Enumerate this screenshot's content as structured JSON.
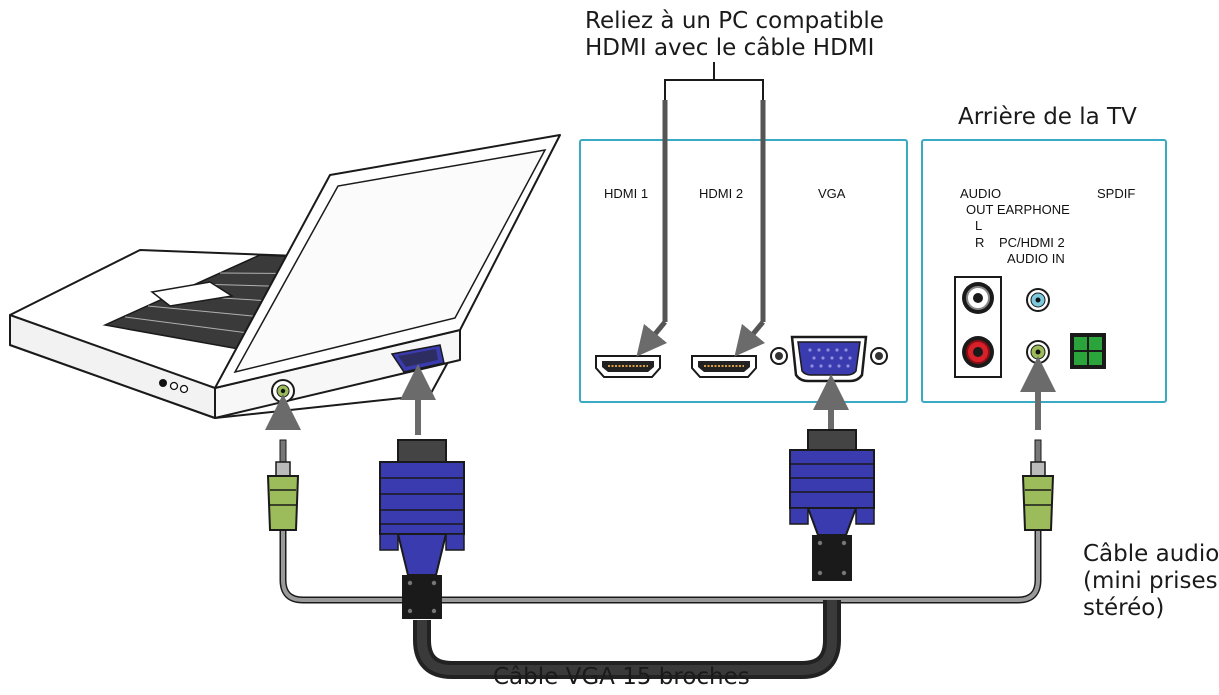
{
  "labels": {
    "hdmi_note_line1": "Reliez à un PC compatible",
    "hdmi_note_line2": "HDMI avec le câble HDMI",
    "tv_back": "Arrière de la TV",
    "audio_cable_line1": "Câble audio",
    "audio_cable_line2": "(mini prises",
    "audio_cable_line3": "stéréo)",
    "vga_cable": "Câble VGA 15 broches"
  },
  "tv_panel": {
    "hdmi1": "HDMI 1",
    "hdmi2": "HDMI 2",
    "vga": "VGA",
    "audio": "AUDIO",
    "out_earphone": "OUT EARPHONE",
    "left": "L",
    "right": "R",
    "spdif": "SPDIF",
    "pc_hdmi2": "PC/HDMI 2",
    "audio_in": "AUDIO IN"
  },
  "colors": {
    "panel_border": "#3aa9c4",
    "vga_blue": "#3b3bb0",
    "audio_green": "#9cbb5a",
    "cable_dark": "#222222",
    "cable_gray": "#9a9a9a",
    "arrow_gray": "#6b6b6b",
    "rca_red": "#d8202a",
    "jack_blue": "#7cc8dc",
    "spdif_green": "#2aa43b"
  }
}
